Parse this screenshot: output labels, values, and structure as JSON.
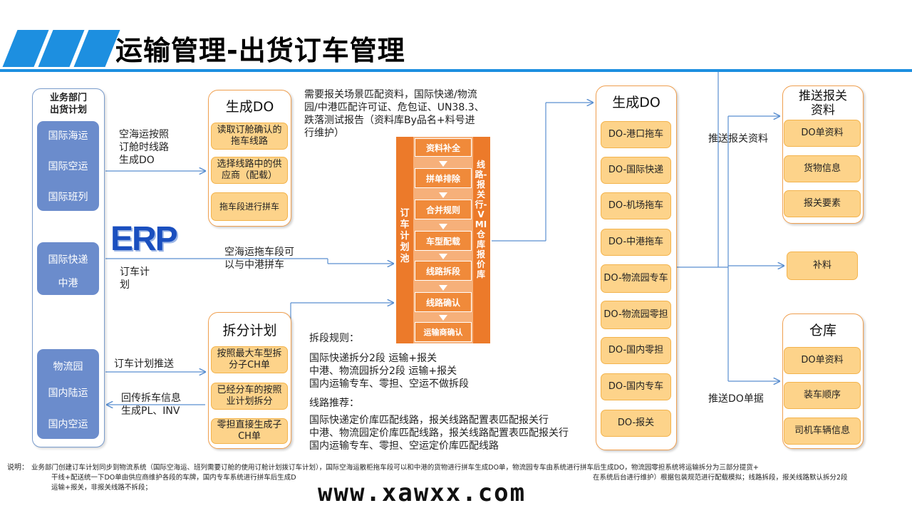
{
  "header": {
    "title": "运输管理-出货订车管理"
  },
  "left_panel": {
    "title_line1": "业务部门",
    "title_line2": "出货计划",
    "group1": [
      "国际海运",
      "国际空运",
      "国际班列"
    ],
    "group2": [
      "国际快递",
      "中港"
    ],
    "group3": [
      "物流园",
      "国内陆运",
      "国内空运"
    ],
    "erp_logo": "ERP"
  },
  "generate_do_panel": {
    "title": "生成DO",
    "items": [
      "读取订舱确认的拖车线路",
      "选择线路中的供应商（配载）",
      "拖车段进行拼车"
    ]
  },
  "split_panel": {
    "title": "拆分计划",
    "items": [
      "按照最大车型拆分子CH单",
      "已经分车的按照业计划拆分",
      "零担直接生成子CH单"
    ]
  },
  "pool": {
    "label": "订车计划池",
    "side_label": "线路-报关行-VMI仓库报价库",
    "steps": [
      "资料补全",
      "拼单排除",
      "合并规则",
      "车型配载",
      "线路拆段",
      "线路确认",
      "运输商确认"
    ]
  },
  "do_panel": {
    "title": "生成DO",
    "items": [
      "DO-港口拖车",
      "DO-国际快递",
      "DO-机场拖车",
      "DO-中港拖车",
      "DO-物流园专车",
      "DO-物流园零担",
      "DO-国内零担",
      "DO-国内专车",
      "DO-报关"
    ]
  },
  "customs_panel": {
    "title_line1": "推送报关",
    "title_line2": "资料",
    "items": [
      "DO单资料",
      "货物信息",
      "报关要素"
    ]
  },
  "supplement": "补料",
  "warehouse_panel": {
    "title": "仓库",
    "items": [
      "DO单资料",
      "装车顺序",
      "司机车辆信息"
    ]
  },
  "annotations": {
    "top_note": [
      "需要报关场景匹配资料，国际快递/物流",
      "园/中港匹配许可证、危包证、UN38.3、",
      "跌落测试报告（资料库By品名+料号进",
      "行维护）"
    ],
    "sea_air": [
      "空海运按照",
      "订舱时线路",
      "生成DO"
    ],
    "sea_air_truck": [
      "空海运拖车段可",
      "以与中港拼车"
    ],
    "booking_plan": [
      "订车计",
      "划"
    ],
    "plan_push": "订车计划推送",
    "return_info": [
      "回传拆车信息",
      "生成PL、INV"
    ],
    "split_rules_title": "拆段规则：",
    "split_rules": [
      "国际快递拆分2段 运输+报关",
      "中港、物流园拆分2段 运输+报关",
      "国内运输专车、零担、空运不做拆段"
    ],
    "route_title": "线路推荐：",
    "route_rules": [
      "国际快递定价库匹配线路，报关线路配置表匹配报关行",
      "中港、物流园定价库匹配线路，报关线路配置表匹配报关行",
      "国内运输专车、零担、空运定价库匹配线路"
    ],
    "push_customs": "推送报关资料",
    "push_do": "推送DO单据"
  },
  "footer": {
    "label": "说明：",
    "line1": "业务部门创建订车计划同步到物流系统（国际空海运、班列需要订舱的使用订舱计划拨订车计划），国际空海运散柜拖车段可以和中港的货物进行拼车生成DO单，物流园专车由系统进行拼车后生成DO，物流园零担系统将运输拆分为三部分提货+",
    "line2a": "干线+配送统一下DO单由供应商维护各段的车牌，国内专车系统进行拼车后生成D",
    "line2b": "在系统后台进行维护）根据包装规范进行配载模拟；线路拆段，报关线路默认拆分2段",
    "line3": "运输+报关，非报关线路不拆段；",
    "watermark": "www.xawxx.com"
  }
}
